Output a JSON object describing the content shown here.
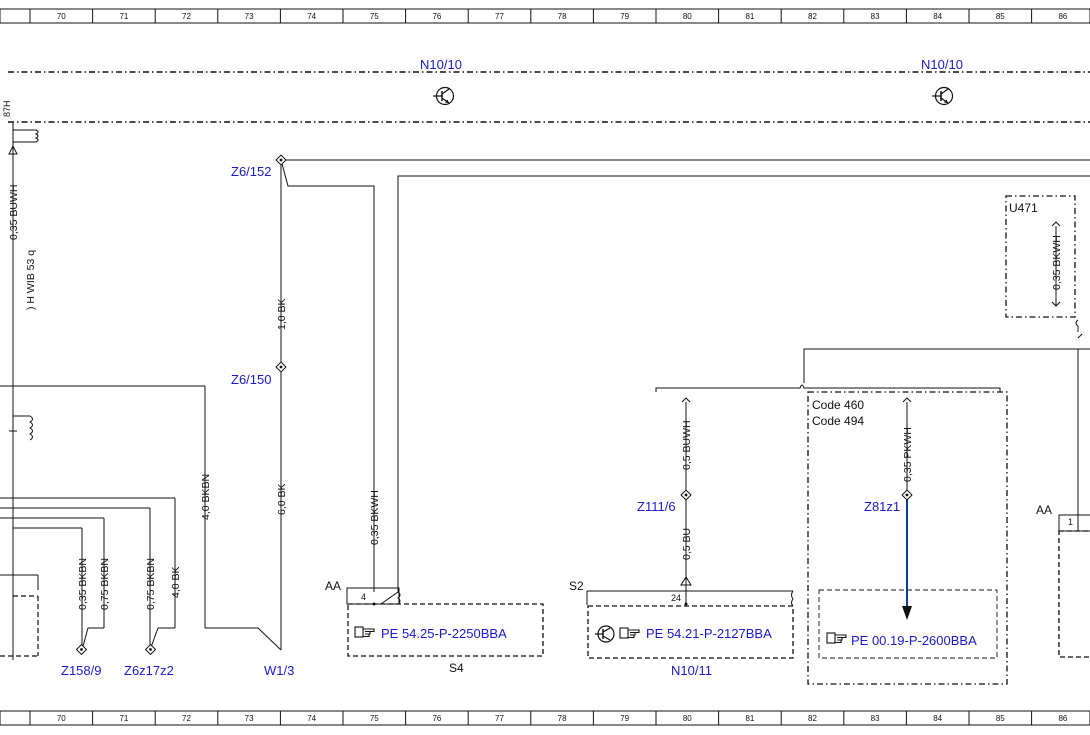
{
  "ruler": {
    "numbers": [
      "70",
      "71",
      "72",
      "73",
      "74",
      "75",
      "76",
      "77",
      "78",
      "79",
      "80",
      "81",
      "82",
      "83",
      "84",
      "85",
      "86"
    ]
  },
  "components": {
    "n10_10_left": "N10/10",
    "n10_10_right": "N10/10",
    "u471": "U471",
    "code_460": "Code 460",
    "code_494": "Code 494",
    "aa_left": "AA",
    "aa_right": "AA",
    "s2": "S2",
    "s4": "S4",
    "n10_11": "N10/11",
    "pin_4": "4",
    "pin_24": "24",
    "pin_1": "1"
  },
  "connectors": {
    "z6_152": "Z6/152",
    "z6_150": "Z6/150",
    "z111_6": "Z111/6",
    "z81z1": "Z81z1",
    "z158_9": "Z158/9",
    "z6z17z2": "Z6z17z2",
    "w1_3": "W1/3"
  },
  "wires": {
    "w_035_buwh_left": "0,35 BUWH",
    "w_mirrored": ") H WIB 53 q",
    "w_1_0_bk": "1,0 BK",
    "w_6_0_bk": "6,0 BK",
    "w_4_0_bkbn": "4,0 BKBN",
    "w_035_bkbn": "0,35 BKBN",
    "w_075_bkbn_a": "0,75 BKBN",
    "w_075_bkbn_b": "0,75 BKBN",
    "w_4_0_bk": "4,0 BK",
    "w_035_bkwh_mid": "0,35 BKWH",
    "w_05_buwh": "0,5 BUWH",
    "w_05_bu": "0,5 BU",
    "w_035_pkwh": "0,35 PKWH",
    "w_035_bkwh_u471": "0,35 BKWH",
    "w_87h": "87H"
  },
  "references": {
    "pe_54_25": "PE 54.25-P-2250BBA",
    "pe_54_21": "PE 54.21-P-2127BBA",
    "pe_00_19": "PE 00.19-P-2600BBA"
  },
  "icons": {
    "hand": "pointing-hand-icon",
    "transistor": "transistor-icon"
  },
  "colors": {
    "label_blue": "#1a1acc",
    "highlight_wire": "#0b3d91",
    "line": "#111111"
  }
}
